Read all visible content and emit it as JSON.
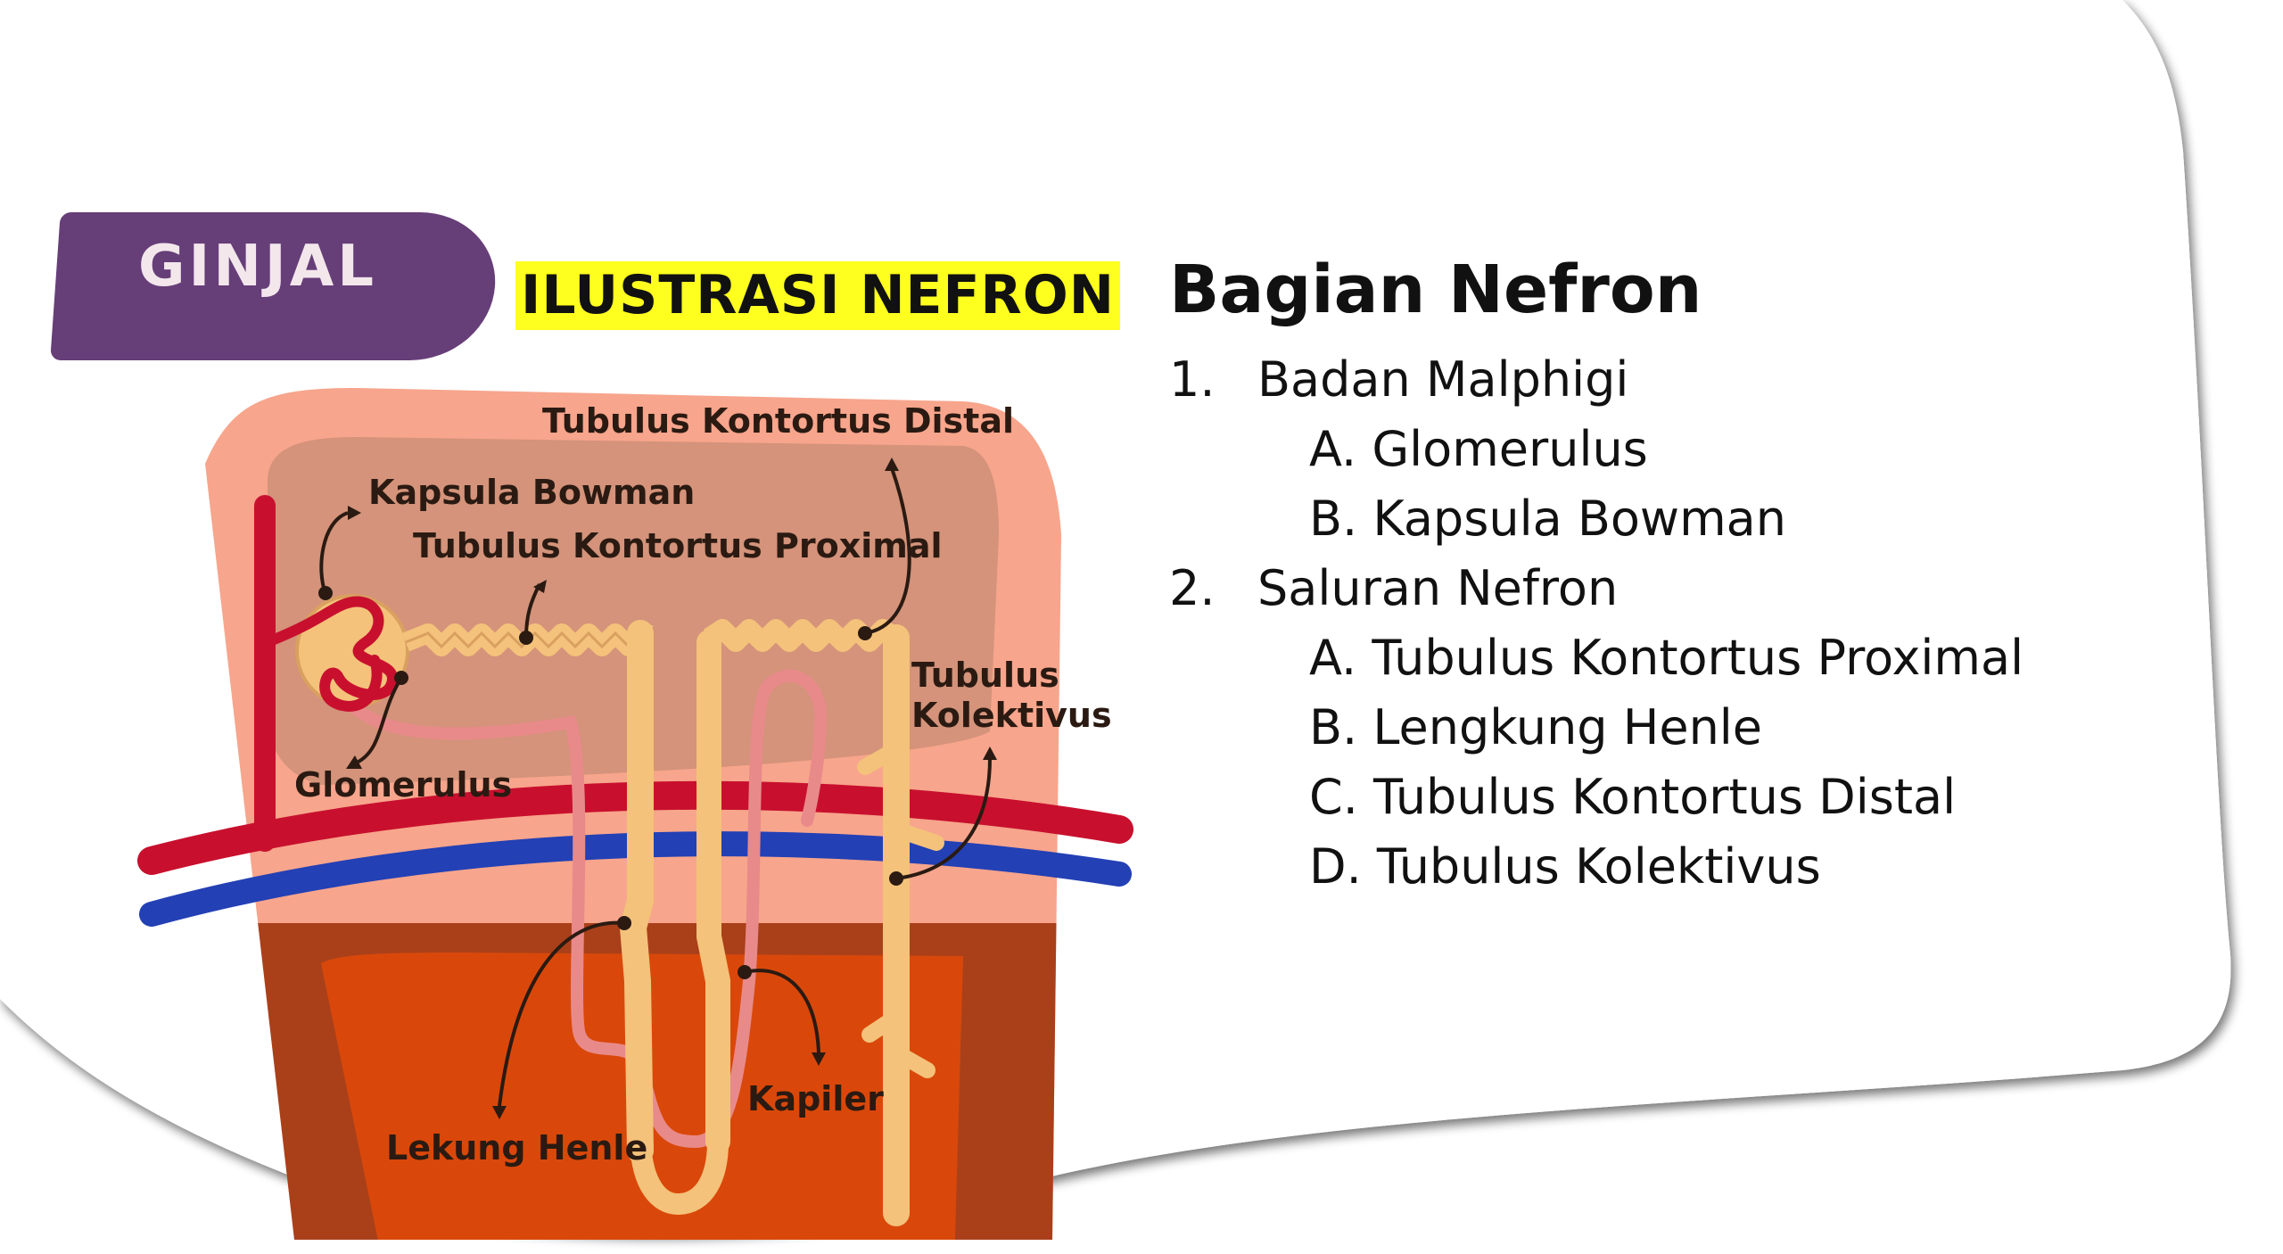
{
  "header": {
    "tag": "GINJAL",
    "illustration_title": "ILUSTRASI NEFRON"
  },
  "diagram": {
    "labels": {
      "distal": "Tubulus Kontortus Distal",
      "bowman": "Kapsula Bowman",
      "proximal": "Tubulus Kontortus Proximal",
      "kolektivus_line1": "Tubulus",
      "kolektivus_line2": "Kolektivus",
      "glomerulus": "Glomerulus",
      "kapiler": "Kapiler",
      "henle": "Lekung Henle"
    }
  },
  "list": {
    "title": "Bagian Nefron",
    "items": [
      {
        "number": "1.",
        "label": "Badan Malphigi",
        "subitems": [
          "A. Glomerulus",
          "B. Kapsula Bowman"
        ]
      },
      {
        "number": "2.",
        "label": "Saluran Nefron",
        "subitems": [
          "A. Tubulus Kontortus Proximal",
          "B. Lengkung Henle",
          "C. Tubulus Kontortus Distal",
          "D. Tubulus Kolektivus"
        ]
      }
    ]
  },
  "colors": {
    "tag_bg": "#663e78",
    "highlight": "#ffff1f",
    "artery": "#c8102e",
    "vein": "#2340b5",
    "tubule": "#f4c27a",
    "capillary": "#e88a8a"
  }
}
